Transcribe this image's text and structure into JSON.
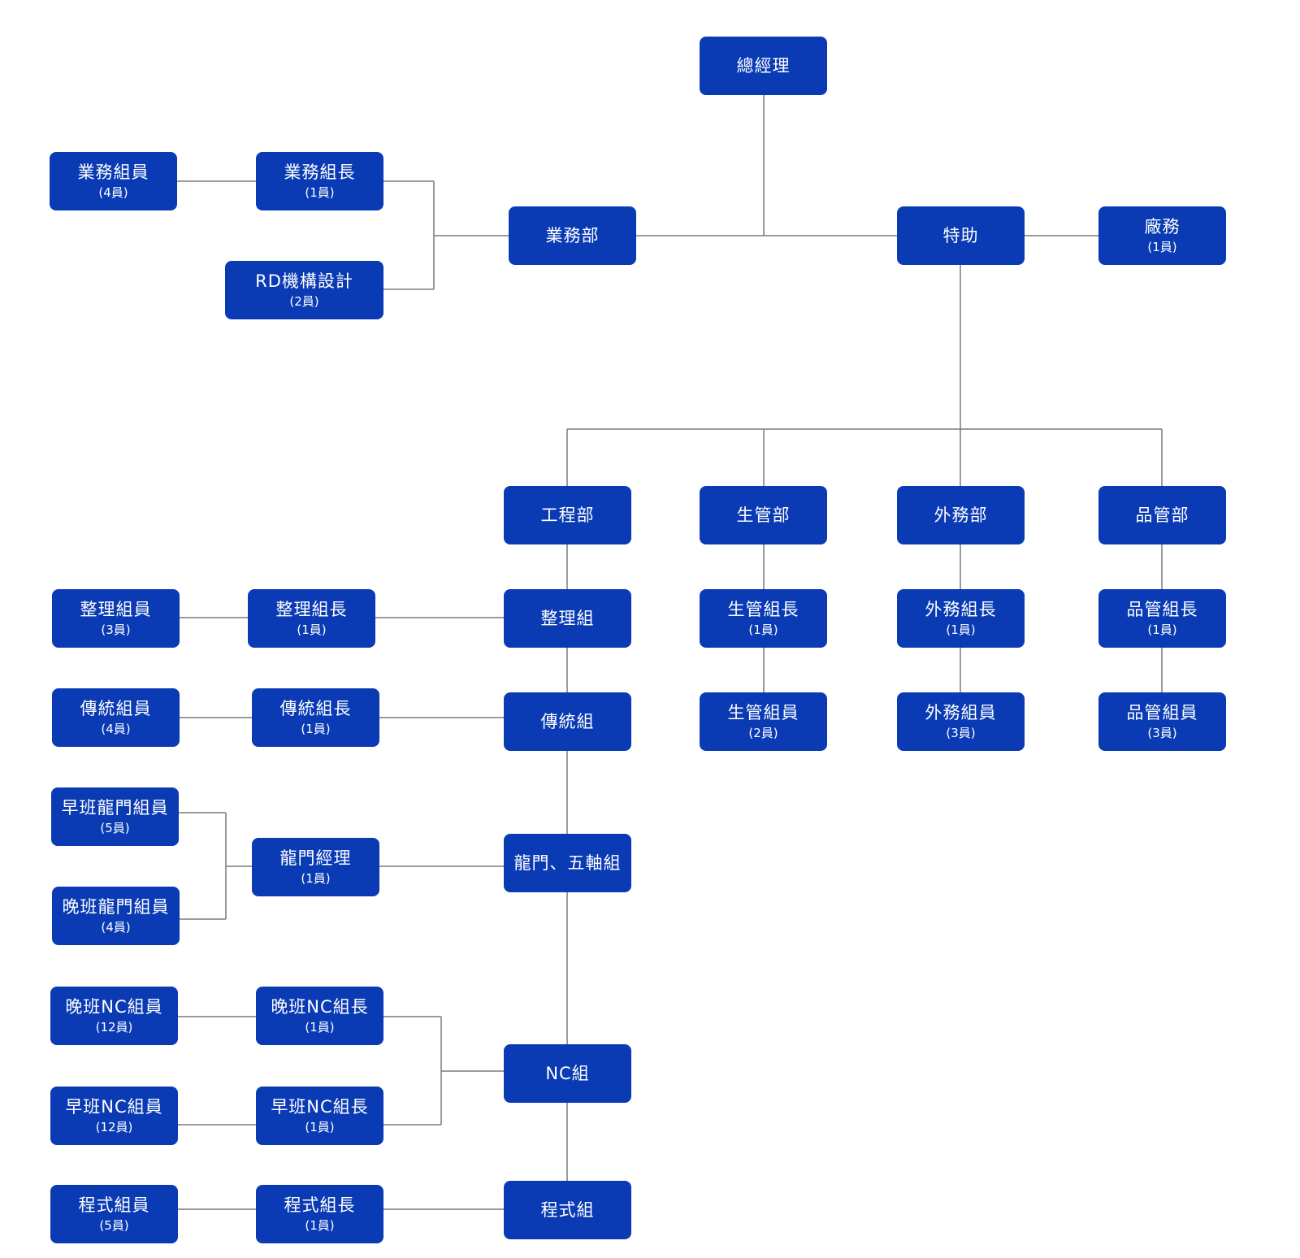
{
  "colors": {
    "box": "#0a3bb4",
    "text": "#ffffff",
    "line": "#7a7a7a"
  },
  "nodes": {
    "gm": {
      "title": "總經理"
    },
    "sales": {
      "title": "業務部"
    },
    "assistant": {
      "title": "特助"
    },
    "factory": {
      "title": "廠務",
      "sub": "(1員)"
    },
    "sales_member": {
      "title": "業務組員",
      "sub": "(4員)"
    },
    "sales_lead": {
      "title": "業務組長",
      "sub": "(1員)"
    },
    "rd": {
      "title": "RD機構設計",
      "sub": "(2員)"
    },
    "eng": {
      "title": "工程部"
    },
    "pc": {
      "title": "生管部"
    },
    "ext": {
      "title": "外務部"
    },
    "qc": {
      "title": "品管部"
    },
    "org_team": {
      "title": "整理組"
    },
    "org_lead": {
      "title": "整理組長",
      "sub": "(1員)"
    },
    "org_member": {
      "title": "整理組員",
      "sub": "(3員)"
    },
    "trad_team": {
      "title": "傳統組"
    },
    "trad_lead": {
      "title": "傳統組長",
      "sub": "(1員)"
    },
    "trad_member": {
      "title": "傳統組員",
      "sub": "(4員)"
    },
    "gantry_team": {
      "title": "龍門、五軸組"
    },
    "gantry_mgr": {
      "title": "龍門經理",
      "sub": "(1員)"
    },
    "gantry_am": {
      "title": "早班龍門組員",
      "sub": "(5員)"
    },
    "gantry_pm": {
      "title": "晚班龍門組員",
      "sub": "(4員)"
    },
    "nc_team": {
      "title": "NC組"
    },
    "nc_pm_lead": {
      "title": "晚班NC組長",
      "sub": "(1員)"
    },
    "nc_am_lead": {
      "title": "早班NC組長",
      "sub": "(1員)"
    },
    "nc_pm_member": {
      "title": "晚班NC組員",
      "sub": "(12員)"
    },
    "nc_am_member": {
      "title": "早班NC組員",
      "sub": "(12員)"
    },
    "prog_team": {
      "title": "程式組"
    },
    "prog_lead": {
      "title": "程式組長",
      "sub": "(1員)"
    },
    "prog_member": {
      "title": "程式組員",
      "sub": "(5員)"
    },
    "pc_lead": {
      "title": "生管組長",
      "sub": "(1員)"
    },
    "pc_member": {
      "title": "生管組員",
      "sub": "(2員)"
    },
    "ext_lead": {
      "title": "外務組長",
      "sub": "(1員)"
    },
    "ext_member": {
      "title": "外務組員",
      "sub": "(3員)"
    },
    "qc_lead": {
      "title": "品管組長",
      "sub": "(1員)"
    },
    "qc_member": {
      "title": "品管組員",
      "sub": "(3員)"
    }
  }
}
